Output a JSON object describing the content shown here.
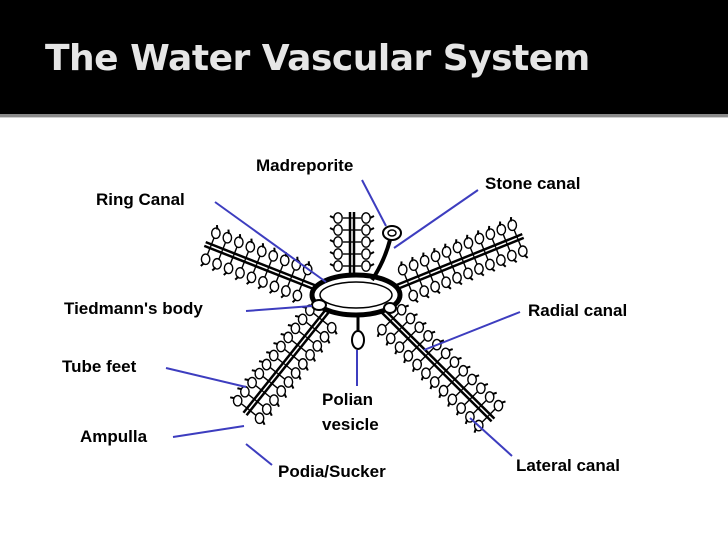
{
  "slide": {
    "title": "The Water Vascular System",
    "title_color": "#e6e6e6",
    "header_background": "#000000"
  },
  "diagram": {
    "leader_line_color": "#3d3dbf",
    "labels": {
      "madreporite": "Madreporite",
      "ring_canal": "Ring Canal",
      "stone_canal": "Stone canal",
      "tiedmanns_body": "Tiedmann's body",
      "radial_canal": "Radial canal",
      "tube_feet": "Tube feet",
      "polian_vesicle_line1": "Polian",
      "polian_vesicle_line2": "vesicle",
      "ampulla": "Ampulla",
      "podia_sucker": "Podia/Sucker",
      "lateral_canal": "Lateral canal"
    }
  }
}
